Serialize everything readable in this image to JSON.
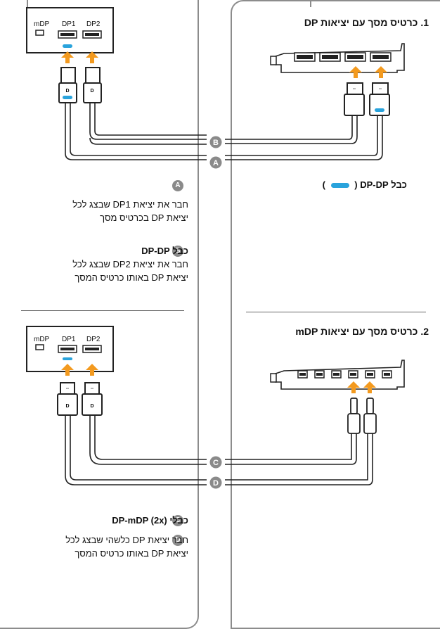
{
  "colors": {
    "arrow": "#f39a1f",
    "cable_a": "#29a3dc",
    "badge": "#8a8a8a",
    "frame": "#8c8c8c"
  },
  "section1": {
    "title": "1. כרטיס מסך עם יציאות DP",
    "monitor_ports": {
      "mdp": "mDP",
      "dp1": "DP1",
      "dp2": "DP2"
    },
    "cable_a": {
      "badge": "A",
      "title": "כבל DP-DP",
      "paren_open": "(",
      "paren_close": ")",
      "text_line1": "חבר את יציאת DP1 שבצג לכל",
      "text_line2": "יציאת DP בכרטיס מסך"
    },
    "cable_b": {
      "badge": "B",
      "title": "כבל DP-DP",
      "text_line1": "חבר את יציאת DP2 שבצג לכל",
      "text_line2": "יציאת DP באותו כרטיס המסך"
    }
  },
  "section2": {
    "title": "2. כרטיס מסך עם יציאות mDP",
    "monitor_ports": {
      "mdp": "mDP",
      "dp1": "DP1",
      "dp2": "DP2"
    },
    "cable_c": {
      "badge": "C",
      "title": "כבלי DP-mDP (2x)"
    },
    "cable_d": {
      "badge": "D",
      "text_line1": "חבר יציאת DP כלשהי שבצג לכל",
      "text_line2": "יציאת DP באותו כרטיס המסך"
    }
  },
  "diagram_badges": {
    "b": "B",
    "a": "A",
    "c": "C",
    "d": "D"
  },
  "icons": {
    "arrow": "up-arrow-icon",
    "dp_logo": "dp-logo-icon"
  }
}
